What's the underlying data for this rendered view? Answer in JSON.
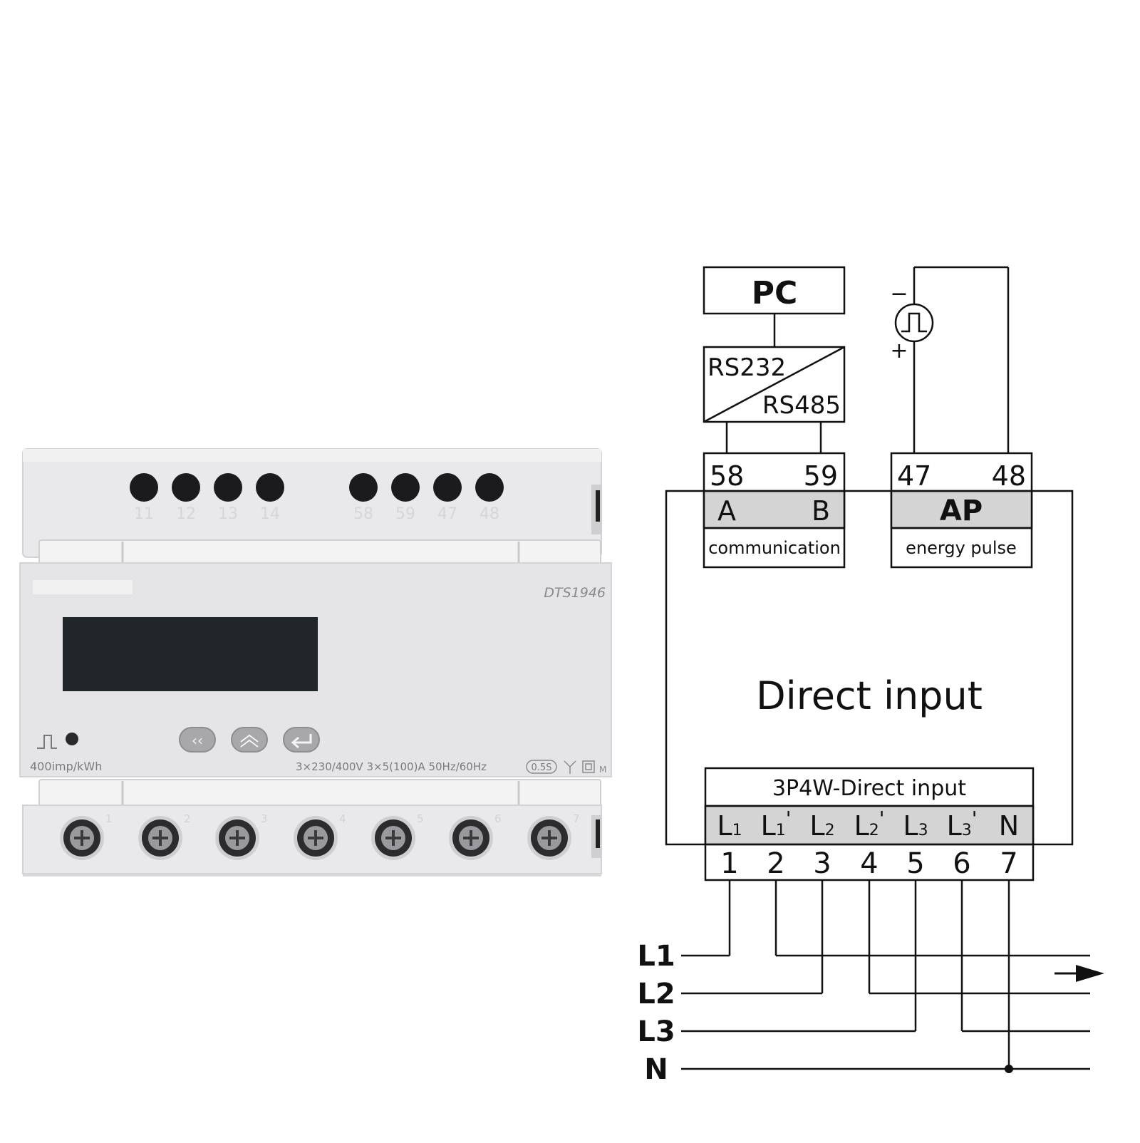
{
  "meter": {
    "top_terminals": [
      "11",
      "12",
      "13",
      "14",
      "58",
      "59",
      "47",
      "48"
    ],
    "model": "DTS1946",
    "pulse_constant": "400imp/kWh",
    "rating": "3×230/400V  3×5(100)A  50Hz/60Hz",
    "accuracy": "0.5S",
    "mark": "M",
    "bottom_terminals": [
      "1",
      "2",
      "3",
      "4",
      "5",
      "6",
      "7"
    ]
  },
  "diagram": {
    "pc_label": "PC",
    "converter_top": "RS232",
    "converter_bottom": "RS485",
    "pulse_minus": "−",
    "pulse_plus": "+",
    "comm_terminal_a": "58",
    "comm_terminal_b": "59",
    "comm_label_a": "A",
    "comm_label_b": "B",
    "comm_caption": "communication",
    "pulse_terminal_a": "47",
    "pulse_terminal_b": "48",
    "pulse_label": "AP",
    "pulse_caption": "energy pulse",
    "main_label": "Direct input",
    "wiring_title": "3P4W-Direct input",
    "terminal_labels": [
      {
        "base": "L",
        "sub": "1",
        "prime": ""
      },
      {
        "base": "L",
        "sub": "1",
        "prime": "'"
      },
      {
        "base": "L",
        "sub": "2",
        "prime": ""
      },
      {
        "base": "L",
        "sub": "2",
        "prime": "'"
      },
      {
        "base": "L",
        "sub": "3",
        "prime": ""
      },
      {
        "base": "L",
        "sub": "3",
        "prime": "'"
      },
      {
        "base": "N",
        "sub": "",
        "prime": ""
      }
    ],
    "terminal_numbers": [
      "1",
      "2",
      "3",
      "4",
      "5",
      "6",
      "7"
    ],
    "lines": [
      "L1",
      "L2",
      "L3",
      "N"
    ]
  },
  "colors": {
    "meter_body": "#e4e4e6",
    "lcd": "#20262a",
    "ink": "#111111",
    "label_fill": "#d4d4d4"
  }
}
